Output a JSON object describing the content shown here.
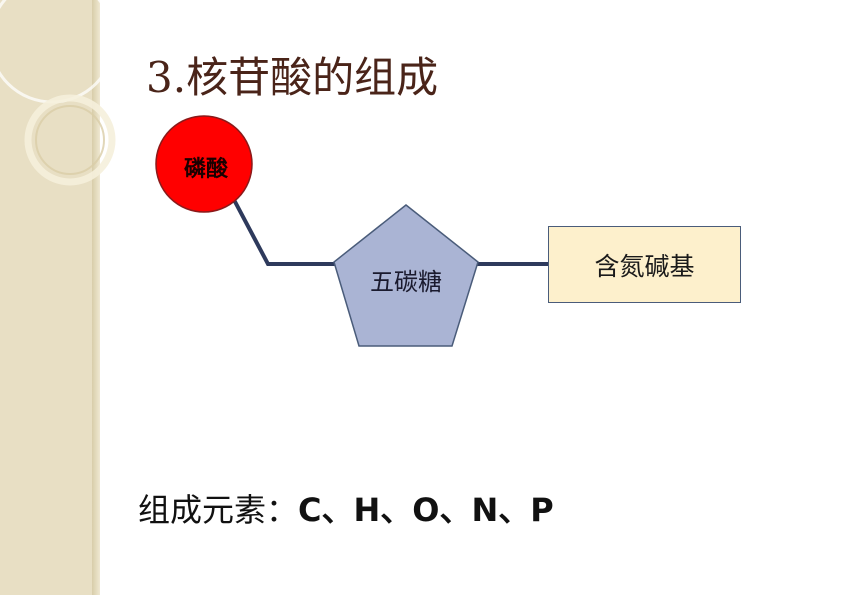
{
  "slide": {
    "title": "3.核苷酸的组成",
    "diagram": {
      "phosphate": {
        "label": "磷酸",
        "color": "#ff0000"
      },
      "sugar": {
        "label": "五碳糖",
        "color": "#aab4d4"
      },
      "base": {
        "label": "含氮碱基",
        "color": "#fdf0cc"
      },
      "connector_color": "#2e3a5c"
    },
    "elements": {
      "prefix": "组成元素：",
      "list": "C、H、O、N、P"
    }
  }
}
